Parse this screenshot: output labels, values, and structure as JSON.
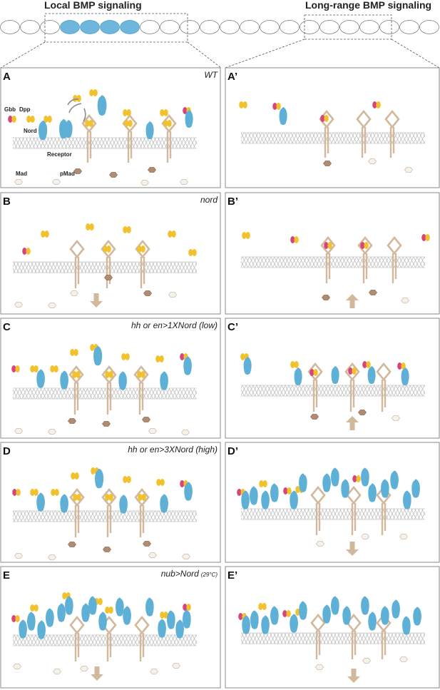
{
  "header": {
    "local": "Local BMP signaling",
    "long_range": "Long-range BMP signaling"
  },
  "colors": {
    "dpp": "#f2c12e",
    "gbb": "#d9457a",
    "nord": "#5fb0d6",
    "receptor": "#d2b89c",
    "pmad": "#b08d72",
    "mad_fill": "#f6f1ea",
    "membrane": "#bdbdbd",
    "arrow": "#d2b89c",
    "cell_blue": "#6fb6dc"
  },
  "key_labels": {
    "gbb": "Gbb",
    "dpp": "Dpp",
    "nord": "Nord",
    "receptor": "Receptor",
    "mad": "Mad",
    "pmad": "pMad"
  },
  "panels": [
    {
      "id": "A",
      "label": "A",
      "title": "WT",
      "title_sub": ""
    },
    {
      "id": "A2",
      "label": "A’",
      "title": "",
      "title_sub": ""
    },
    {
      "id": "B",
      "label": "B",
      "title": "nord",
      "title_sub": ""
    },
    {
      "id": "B2",
      "label": "B’",
      "title": "",
      "title_sub": ""
    },
    {
      "id": "C",
      "label": "C",
      "title": "hh or en>1XNord (low)",
      "title_sub": ""
    },
    {
      "id": "C2",
      "label": "C’",
      "title": "",
      "title_sub": ""
    },
    {
      "id": "D",
      "label": "D",
      "title": "hh or en>3XNord (high)",
      "title_sub": ""
    },
    {
      "id": "D2",
      "label": "D’",
      "title": "",
      "title_sub": ""
    },
    {
      "id": "E",
      "label": "E",
      "title": "nub>Nord",
      "title_sub": "(29°C)"
    },
    {
      "id": "E2",
      "label": "E’",
      "title": "",
      "title_sub": ""
    }
  ]
}
